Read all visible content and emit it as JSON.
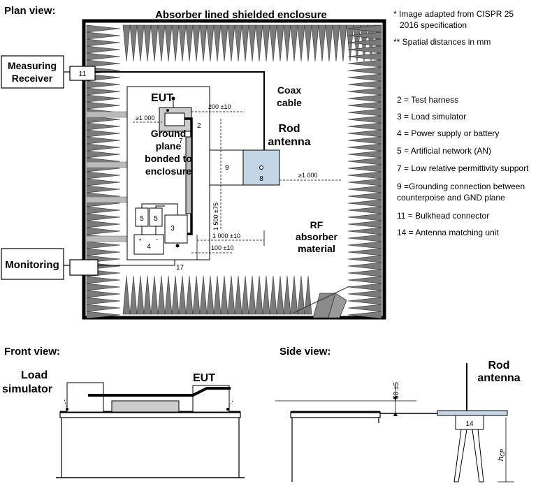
{
  "headings": {
    "plan": "Plan view:",
    "front": "Front view:",
    "side": "Side view:"
  },
  "enclosure": {
    "title": "Absorber lined shielded enclosure"
  },
  "notes": [
    "* Image adapted from CISPR 25",
    "2016 specification",
    "** Spatial distances in mm"
  ],
  "labels": {
    "measuring_1": "Measuring",
    "measuring_2": "Receiver",
    "monitoring": "Monitoring",
    "eut": "EUT",
    "coax_1": "Coax",
    "coax_2": "cable",
    "rod_1": "Rod",
    "rod_2": "antenna",
    "ground_1": "Ground",
    "ground_2": "plane",
    "ground_3": "bonded to",
    "ground_4": "enclosure",
    "rf_1": "RF",
    "rf_2": "absorber",
    "rf_3": "material",
    "front_load_1": "Load",
    "front_load_2": "simulator",
    "front_eut": "EUT",
    "side_rod_1": "Rod",
    "side_rod_2": "antenna"
  },
  "numbers": {
    "n11_top": "11",
    "n2": "2",
    "n7": "7",
    "n9": "9",
    "n8": "8",
    "n5a": "5",
    "n5b": "5",
    "n3": "3",
    "n4": "4",
    "n17": "17",
    "n14": "14",
    "plus": "+",
    "minus": "−"
  },
  "dimensions": {
    "d200": "200 ±10",
    "d1000_left": "≥1 000",
    "d1000_right": "≥1 000",
    "d1500": "1 500 ±75",
    "d1000_bottom": "1 000 ±10",
    "d100": "100 ±10",
    "d50": "50 ±5",
    "hcp_main": "h",
    "hcp_sub": "CP"
  },
  "legend": [
    "2 = Test harness",
    "3 = Load simulator",
    "4 = Power supply or battery",
    "5 = Artificial network (AN)",
    "7 = Low relative permittivity support",
    "9 =Grounding connection between",
    "counterpoise and GND plane",
    "11 = Bulkhead connector",
    "14 = Antenna matching unit"
  ],
  "colors": {
    "absorber_title": "#2daa4e",
    "measuring": "#7b2f9e",
    "monitoring": "#d42020",
    "eut": "#1f2f9e",
    "coax": "#e8a35a",
    "rod": "#1aa83a",
    "ground": "#9a5a1a",
    "rf": "#d42020",
    "antenna_box": "#c5d5e8",
    "cone": "#7a7a7a"
  }
}
